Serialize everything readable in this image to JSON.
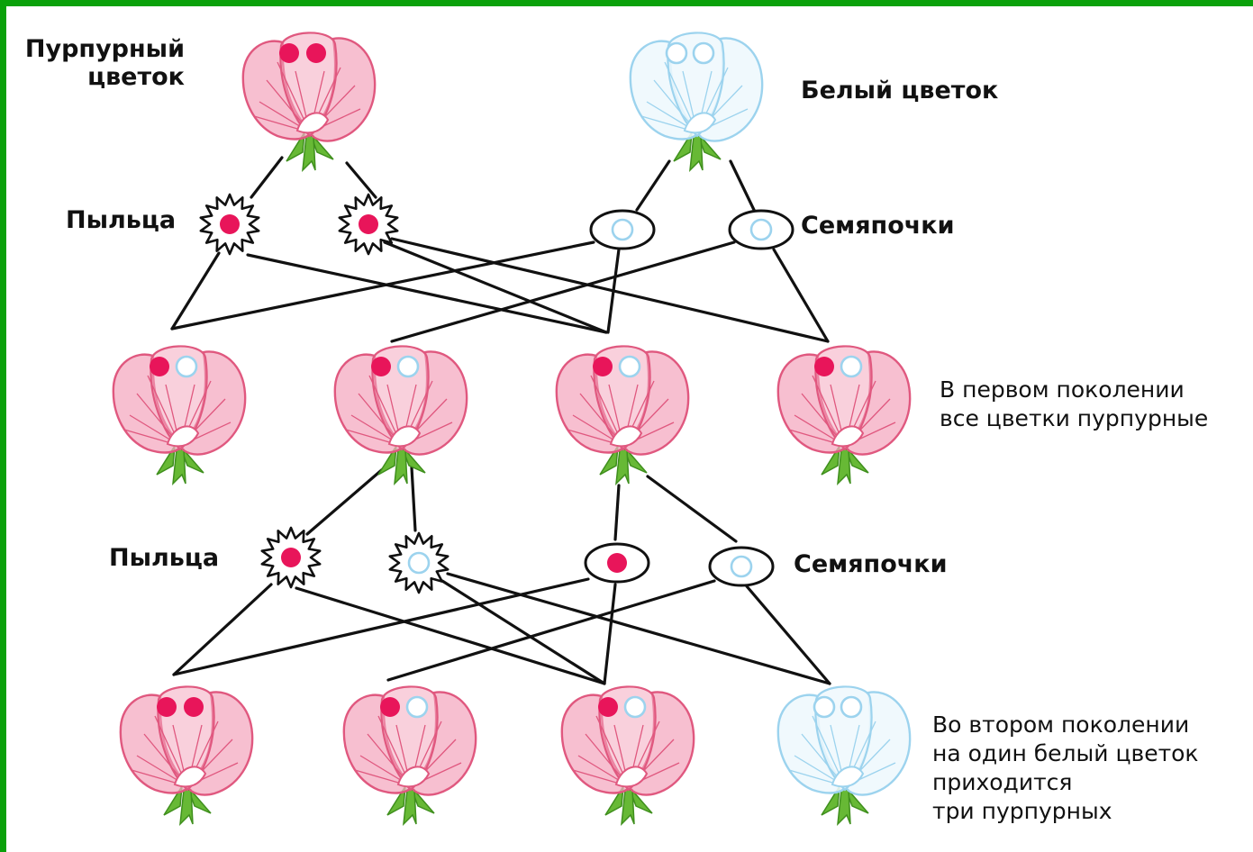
{
  "colors": {
    "frame": "#0aa10a",
    "purple_petal": "#f4a9c0",
    "purple_line": "#e0587f",
    "purple_dot": "#e8155a",
    "white_line": "#9cd3ee",
    "white_fill": "#eef8fd",
    "leaf": "#67b935",
    "line": "#111111"
  },
  "labels": {
    "purple_flower_line1": "Пурпурный",
    "purple_flower_line2": "цветок",
    "white_flower": "Белый цветок",
    "pollen_top": "Пыльца",
    "ovules_top": "Семяпочки",
    "gen1_note_line1": "В первом поколении",
    "gen1_note_line2": "все цветки пурпурные",
    "pollen_mid": "Пыльца",
    "ovules_mid": "Семяпочки",
    "gen2_note_line1": "Во втором поколении",
    "gen2_note_line2": "на один белый цветок",
    "gen2_note_line3": "приходится",
    "gen2_note_line4": "три пурпурных"
  },
  "parents": [
    {
      "name": "parent-purple-flower",
      "color": "purple",
      "alleles": [
        "dominant",
        "dominant"
      ]
    },
    {
      "name": "parent-white-flower",
      "color": "white",
      "alleles": [
        "recessive",
        "recessive"
      ]
    }
  ],
  "gametes_parental": [
    {
      "name": "pollen-grain-1",
      "type": "pollen",
      "allele": "dominant"
    },
    {
      "name": "pollen-grain-2",
      "type": "pollen",
      "allele": "dominant"
    },
    {
      "name": "ovule-1",
      "type": "ovule",
      "allele": "recessive"
    },
    {
      "name": "ovule-2",
      "type": "ovule",
      "allele": "recessive"
    }
  ],
  "generation_1": [
    {
      "name": "f1-flower-1",
      "color": "purple",
      "alleles": [
        "dominant",
        "recessive"
      ]
    },
    {
      "name": "f1-flower-2",
      "color": "purple",
      "alleles": [
        "dominant",
        "recessive"
      ]
    },
    {
      "name": "f1-flower-3",
      "color": "purple",
      "alleles": [
        "dominant",
        "recessive"
      ]
    },
    {
      "name": "f1-flower-4",
      "color": "purple",
      "alleles": [
        "dominant",
        "recessive"
      ]
    }
  ],
  "gametes_f1": [
    {
      "name": "pollen-grain-3",
      "type": "pollen",
      "allele": "dominant"
    },
    {
      "name": "pollen-grain-4",
      "type": "pollen",
      "allele": "recessive"
    },
    {
      "name": "ovule-3",
      "type": "ovule",
      "allele": "dominant"
    },
    {
      "name": "ovule-4",
      "type": "ovule",
      "allele": "recessive"
    }
  ],
  "generation_2": [
    {
      "name": "f2-flower-1",
      "color": "purple",
      "alleles": [
        "dominant",
        "dominant"
      ]
    },
    {
      "name": "f2-flower-2",
      "color": "purple",
      "alleles": [
        "dominant",
        "recessive"
      ]
    },
    {
      "name": "f2-flower-3",
      "color": "purple",
      "alleles": [
        "dominant",
        "recessive"
      ]
    },
    {
      "name": "f2-flower-4",
      "color": "white",
      "alleles": [
        "recessive",
        "recessive"
      ]
    }
  ]
}
